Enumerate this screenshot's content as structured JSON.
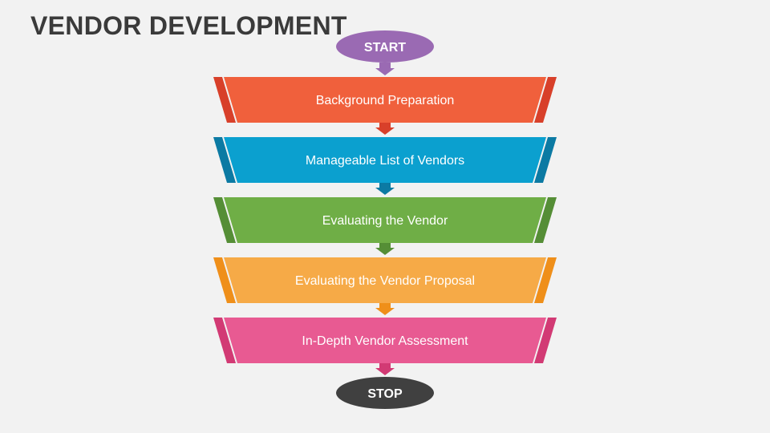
{
  "page": {
    "title": "VENDOR DEVELOPMENT"
  },
  "flow": {
    "start": {
      "label": "START",
      "color": "#9a6ab3"
    },
    "stop": {
      "label": "STOP",
      "color": "#404040"
    },
    "steps": [
      {
        "label": "Background Preparation",
        "color": "#f0603c",
        "accent": "#d8402a"
      },
      {
        "label": "Manageable List of Vendors",
        "color": "#0ba0cf",
        "accent": "#0c7aa3"
      },
      {
        "label": "Evaluating the Vendor",
        "color": "#6fae46",
        "accent": "#558e36"
      },
      {
        "label": "Evaluating the Vendor Proposal",
        "color": "#f6aa47",
        "accent": "#ef8f1a"
      },
      {
        "label": "In-Depth Vendor Assessment",
        "color": "#e85a92",
        "accent": "#d23a74"
      }
    ]
  }
}
